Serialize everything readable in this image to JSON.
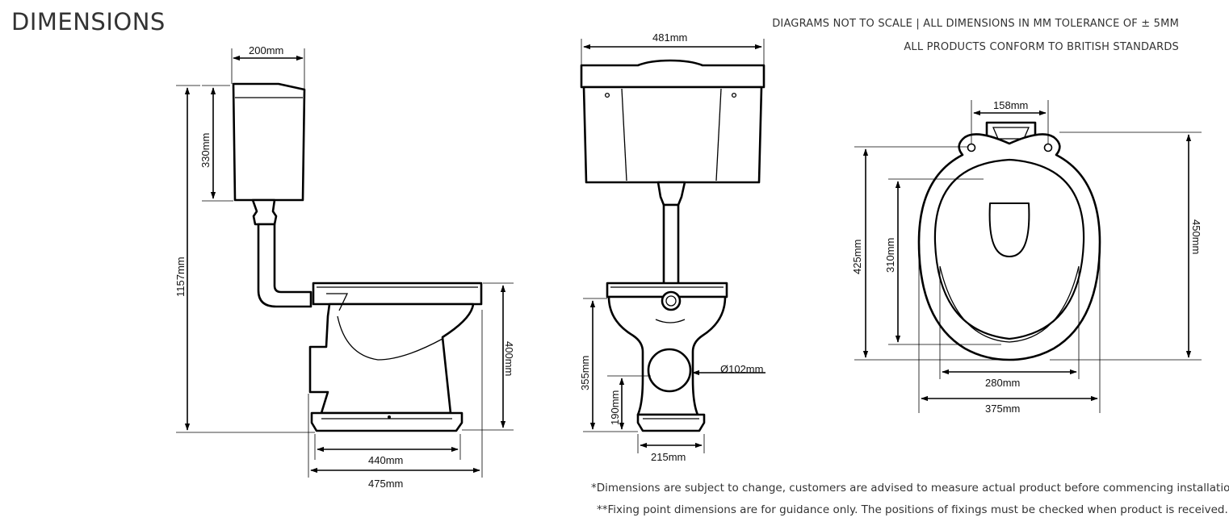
{
  "title": "DIMENSIONS",
  "notes": {
    "line1": "DIAGRAMS NOT TO SCALE | ALL DIMENSIONS IN MM TOLERANCE OF ± 5MM",
    "line2": "ALL PRODUCTS CONFORM TO BRITISH STANDARDS"
  },
  "footnotes": {
    "line1": "*Dimensions are subject to change, customers are advised to measure actual product before commencing installation.",
    "line2": "**Fixing point dimensions are for guidance only. The positions of fixings must be checked when product is received."
  },
  "side_view": {
    "cistern_width": "200mm",
    "cistern_height": "330mm",
    "total_height": "1157mm",
    "pan_height": "400mm",
    "base_depth": "440mm",
    "overall_depth": "475mm"
  },
  "front_view": {
    "cistern_width": "481mm",
    "pan_height": "355mm",
    "outlet_height": "190mm",
    "outlet_diameter": "Ø102mm",
    "base_width": "215mm"
  },
  "top_view": {
    "hinge_spacing": "158mm",
    "seat_length": "425mm",
    "opening_length": "310mm",
    "overall_length": "450mm",
    "opening_width": "280mm",
    "overall_width": "375mm"
  }
}
